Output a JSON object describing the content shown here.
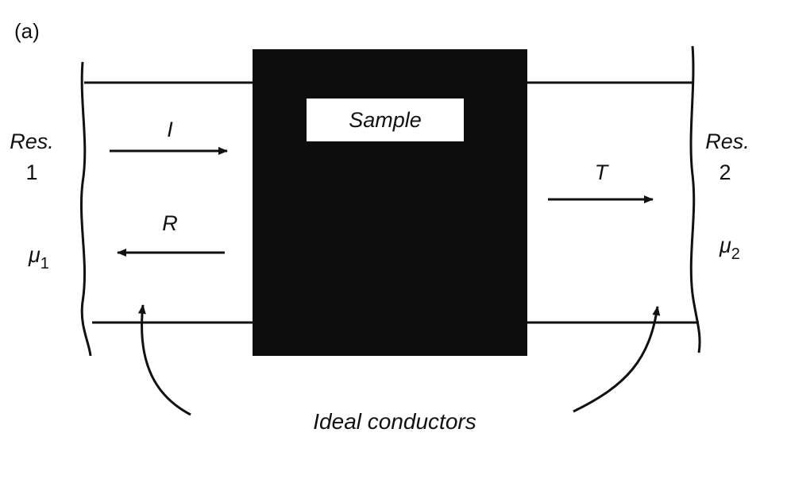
{
  "panel_label": "(a)",
  "sample_label": "Sample",
  "reservoir_left": {
    "name": "Res.",
    "number": "1",
    "potential_symbol": "μ",
    "potential_subscript": "1"
  },
  "reservoir_right": {
    "name": "Res.",
    "number": "2",
    "potential_symbol": "μ",
    "potential_subscript": "2"
  },
  "flux_labels": {
    "incident": "I",
    "reflected": "R",
    "transmitted": "T"
  },
  "caption": "Ideal conductors",
  "colors": {
    "sample": "#0c0c0c",
    "ink": "#111111",
    "background": "#ffffff"
  }
}
